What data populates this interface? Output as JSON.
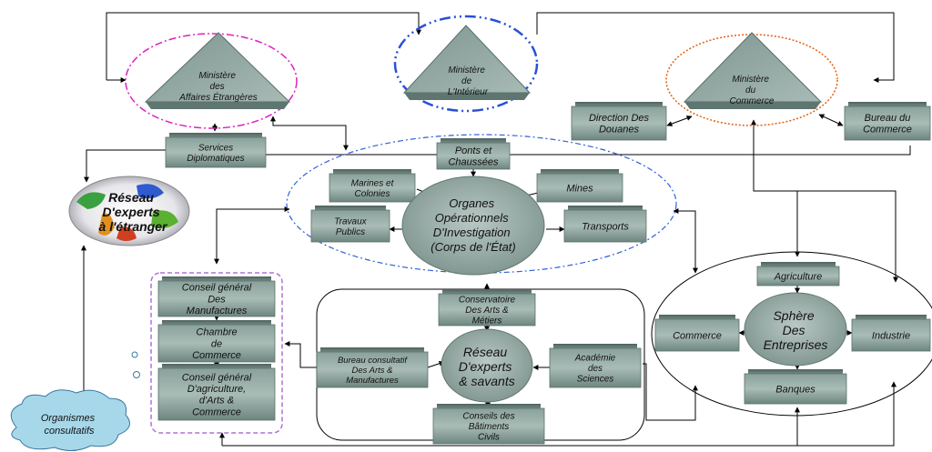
{
  "ministries": {
    "foreign": [
      "Ministère",
      "des",
      "Affaires Étrangères"
    ],
    "interior": [
      "Ministère",
      "de",
      "L'Intérieur"
    ],
    "commerce": [
      "Ministère",
      "du",
      "Commerce"
    ]
  },
  "boxes": {
    "services_diplomatiques": [
      "Services",
      "Diplomatiques"
    ],
    "direction_douanes": [
      "Direction Des",
      "Douanes"
    ],
    "bureau_commerce": [
      "Bureau du",
      "Commerce"
    ],
    "ponts_chaussees": [
      "Ponts et",
      "Chaussées"
    ],
    "marines_colonies": [
      "Marines et",
      "Colonies"
    ],
    "mines": [
      "Mines"
    ],
    "travaux_publics": [
      "Travaux",
      "Publics"
    ],
    "transports": [
      "Transports"
    ],
    "conseil_manufactures": [
      "Conseil général",
      "Des",
      "Manufactures"
    ],
    "chambre_commerce": [
      "Chambre",
      "de",
      "Commerce"
    ],
    "conseil_agriculture": [
      "Conseil général",
      "D'agriculture,",
      "d'Arts &",
      "Commerce"
    ],
    "conservatoire": [
      "Conservatoire",
      "Des Arts &",
      "Métiers"
    ],
    "bureau_consultatif": [
      "Bureau consultatif",
      "Des Arts &",
      "Manufactures"
    ],
    "academie": [
      "Académie",
      "des",
      "Sciences"
    ],
    "conseils_batiments": [
      "Conseils des",
      "Bâtiments",
      "Civils"
    ],
    "agriculture": [
      "Agriculture"
    ],
    "commerce": [
      "Commerce"
    ],
    "industrie": [
      "Industrie"
    ],
    "banques": [
      "Banques"
    ]
  },
  "hubs": {
    "organes": [
      "Organes",
      "Opérationnels",
      "D'Investigation",
      "(Corps de l'État)"
    ],
    "reseau_savants": [
      "Réseau",
      "D'experts",
      "& savants"
    ],
    "sphere": [
      "Sphère",
      "Des",
      "Entreprises"
    ]
  },
  "globe": [
    "Réseau",
    "D'experts",
    "à l'étranger"
  ],
  "cloud": [
    "Organismes",
    "consultatifs"
  ]
}
